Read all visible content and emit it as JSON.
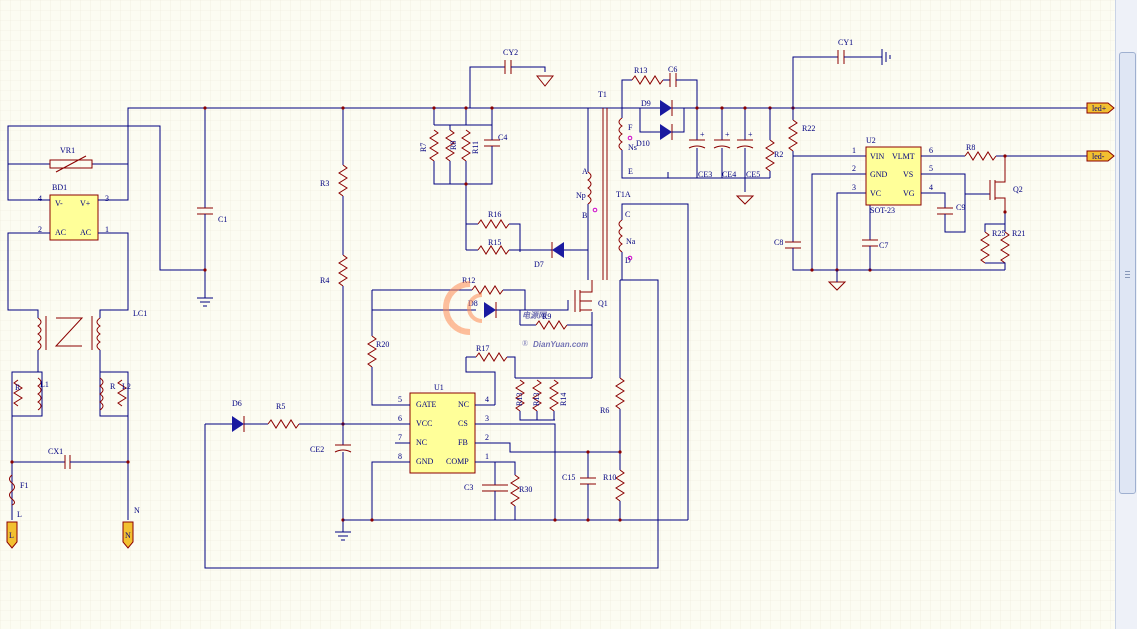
{
  "labels": {
    "VR1": "VR1",
    "BD1": "BD1",
    "C1": "C1",
    "LC1": "LC1",
    "L1": "L1",
    "L2": "L2",
    "R_L1": "R",
    "R_L2": "R",
    "CX1": "CX1",
    "F1": "F1",
    "L": "L",
    "N": "N",
    "R3": "R3",
    "R4": "R4",
    "R20": "R20",
    "D6": "D6",
    "R5": "R5",
    "CE2": "CE2",
    "R7": "R7",
    "R8": "R8",
    "R11": "R11",
    "C4": "C4",
    "CY2": "CY2",
    "R16": "R16",
    "R15": "R15",
    "D7": "D7",
    "R12": "R12",
    "D8": "D8",
    "R9": "R9",
    "Q1": "Q1",
    "R17": "R17",
    "R13a": "R13",
    "R13b": "R13",
    "R14": "R14",
    "R6": "R6",
    "R10": "R10",
    "C15": "C15",
    "C3": "C3",
    "R30": "R30",
    "T1": "T1",
    "T1A": "T1A",
    "Np": "Np",
    "Ns": "Ns",
    "Na": "Na",
    "pinA": "A",
    "pinB": "B",
    "pinC": "C",
    "pinD": "D",
    "pinE": "E",
    "pinF": "F",
    "R13top": "R13",
    "C6": "C6",
    "D9": "D9",
    "D10": "D10",
    "CE3": "CE3",
    "CE4": "CE4",
    "CE5": "CE5",
    "R2": "R2",
    "CY1": "CY1",
    "R22": "R22",
    "C8": "C8",
    "C7": "C7",
    "C9": "C9",
    "R8b": "R8",
    "Q2": "Q2",
    "R25": "R25",
    "R21": "R21",
    "U2": "U2",
    "U1": "U1",
    "led_plus": "led+",
    "led_minus": "led-",
    "p1": "1",
    "p2": "2",
    "p3": "3",
    "p4": "4",
    "p5": "5",
    "p6": "6",
    "p7": "7",
    "p8": "8"
  },
  "bd1_pins": {
    "vm": "V-",
    "vp": "V+",
    "ac1": "AC",
    "ac2": "AC",
    "n4": "4",
    "n3": "3",
    "n2": "2",
    "n1": "1"
  },
  "u1": {
    "gate": "GATE",
    "vcc": "VCC",
    "nc1": "NC",
    "gnd": "GND",
    "nc2": "NC",
    "cs": "CS",
    "fb": "FB",
    "comp": "COMP",
    "n5": "5",
    "n6": "6",
    "n7": "7",
    "n8": "8",
    "n4": "4",
    "n3": "3",
    "n2": "2",
    "n1": "1"
  },
  "u2": {
    "vin": "VIN",
    "gnd": "GND",
    "vc": "VC",
    "vlmt": "VLMT",
    "vs": "VS",
    "vg": "VG",
    "package": "SOT-23",
    "n1": "1",
    "n2": "2",
    "n3": "3",
    "n6": "6",
    "n5": "5",
    "n4": "4"
  },
  "watermark": {
    "cn": "电源网",
    "en": "DianYuan.com",
    "reg": "®"
  },
  "colors": {
    "wire": "#000080",
    "component": "#8b0000",
    "ic_fill": "#ffff99",
    "port_fill": "#f2c030",
    "background": "#fcfcf2"
  }
}
